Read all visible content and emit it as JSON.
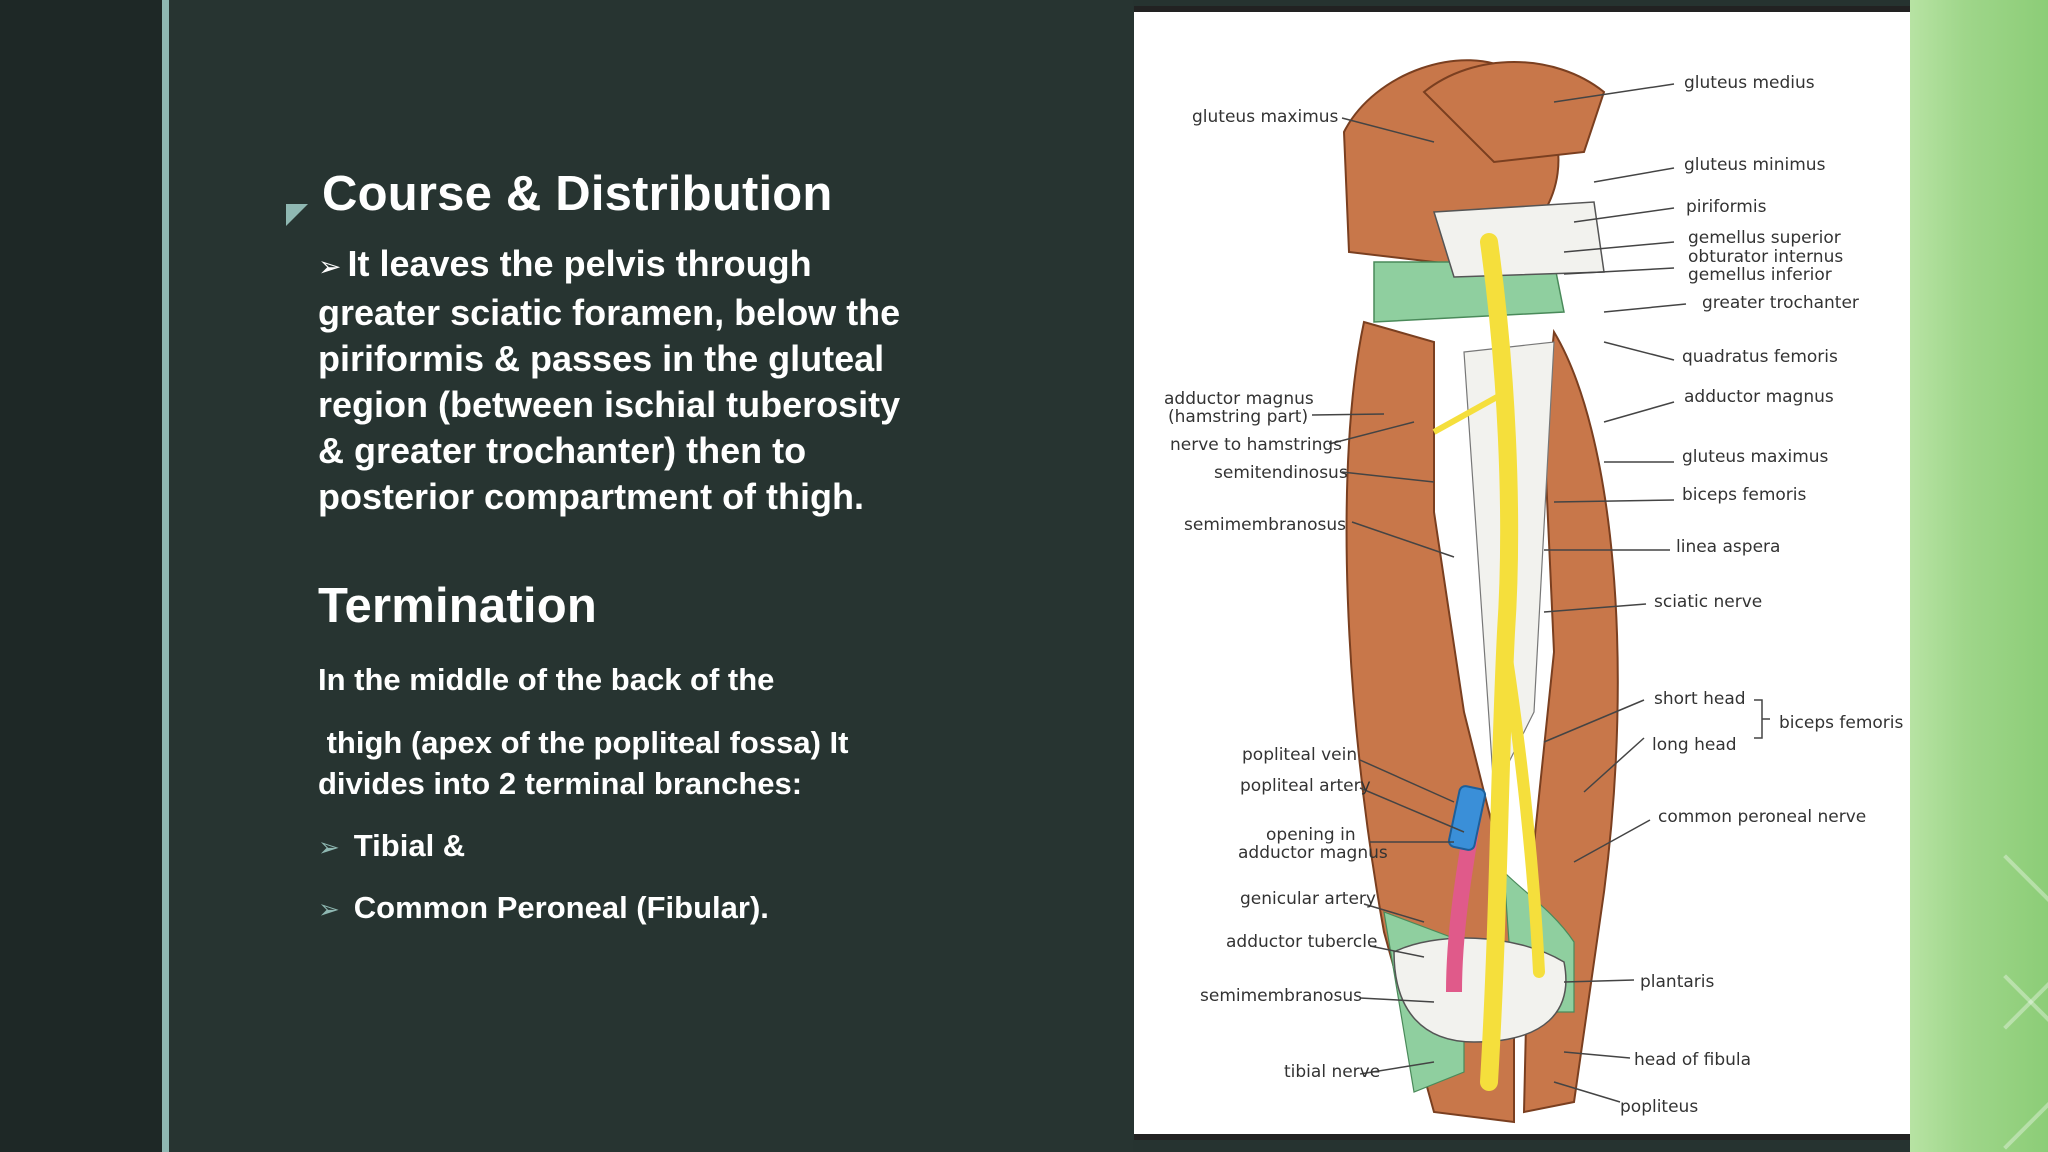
{
  "slide": {
    "heading1": "Course & Distribution",
    "course_text": [
      "It leaves the pelvis through",
      "greater sciatic foramen, below the",
      "piriformis & passes in the gluteal",
      "region (between ischial tuberosity",
      "& greater trochanter) then to",
      "posterior compartment of thigh."
    ],
    "heading2": "Termination",
    "termination_line1": "In the middle of the back of the",
    "termination_line2": " thigh (apex of the popliteal fossa) It",
    "termination_line3": "divides into 2 terminal branches:",
    "branches": [
      "Tibial &",
      "Common Peroneal (Fibular)."
    ]
  },
  "figure": {
    "labels_left": {
      "gluteus_maximus": "gluteus maximus",
      "adductor_magnus_hamstring_1": "adductor magnus",
      "adductor_magnus_hamstring_2": "(hamstring part)",
      "nerve_to_hamstrings": "nerve to hamstrings",
      "semitendinosus": "semitendinosus",
      "semimembranosus_upper": "semimembranosus",
      "popliteal_vein": "popliteal vein",
      "popliteal_artery": "popliteal artery",
      "opening_1": "opening in",
      "opening_2": "adductor magnus",
      "genicular_artery": "genicular artery",
      "adductor_tubercle": "adductor tubercle",
      "semimembranosus_lower": "semimembranosus",
      "tibial_nerve": "tibial nerve"
    },
    "labels_right": {
      "gluteus_medius": "gluteus medius",
      "gluteus_minimus": "gluteus minimus",
      "piriformis": "piriformis",
      "gemellus_superior": "gemellus superior",
      "obturator_internus": "obturator internus",
      "gemellus_inferior": "gemellus inferior",
      "greater_trochanter": "greater trochanter",
      "quadratus_femoris": "quadratus femoris",
      "adductor_magnus": "adductor magnus",
      "gluteus_maximus": "gluteus maximus",
      "biceps_femoris": "biceps femoris",
      "linea_aspera": "linea aspera",
      "sciatic_nerve": "sciatic nerve",
      "short_head": "short head",
      "long_head": "long head",
      "biceps_femoris_group": "biceps femoris",
      "common_peroneal_nerve": "common peroneal nerve",
      "plantaris": "plantaris",
      "head_of_fibula": "head of fibula",
      "popliteus": "popliteus"
    },
    "colors": {
      "muscle": "#c8774a",
      "muscle_dark": "#9a5530",
      "tendon": "#8fcf9f",
      "nerve": "#f5df3c",
      "artery": "#e05a8a",
      "vein": "#3a8fd8",
      "bone": "#f2f2ee"
    }
  }
}
